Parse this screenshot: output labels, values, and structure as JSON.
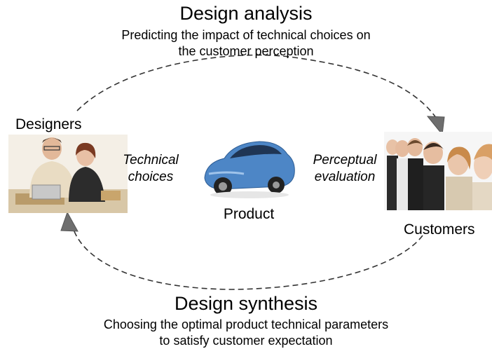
{
  "top": {
    "title": "Design analysis",
    "subtitle_lines": [
      "Predicting the impact of technical choices on",
      "the customer perception"
    ]
  },
  "bottom": {
    "title": "Design synthesis",
    "subtitle_lines": [
      "Choosing the optimal product technical parameters",
      "to satisfy customer expectation"
    ]
  },
  "nodes": {
    "designers": "Designers",
    "product": "Product",
    "customers": "Customers"
  },
  "edges": {
    "technical_choices": [
      "Technical",
      "choices"
    ],
    "perceptual_evaluation": [
      "Perceptual",
      "evaluation"
    ]
  },
  "colors": {
    "arrow": "#333333",
    "arrowhead": "#6e6e6e",
    "car": "#4d86c6"
  }
}
